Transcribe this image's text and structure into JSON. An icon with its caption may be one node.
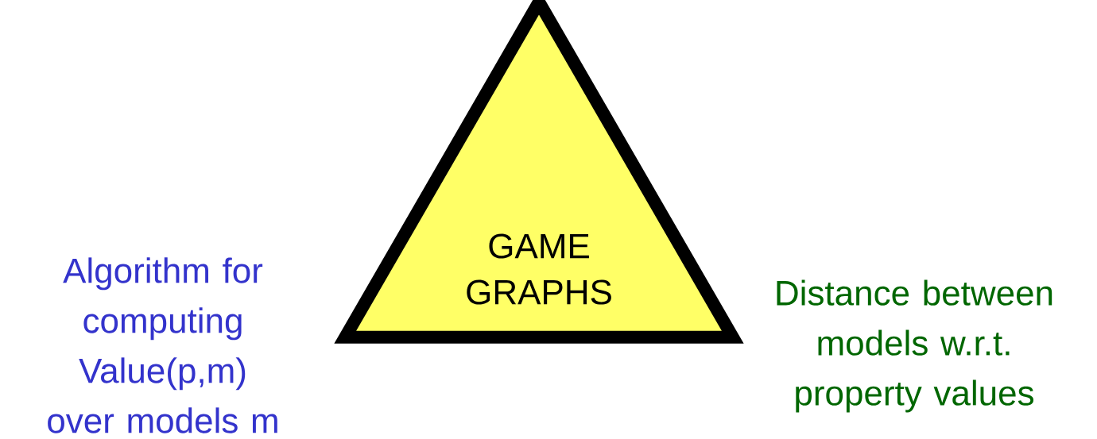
{
  "diagram": {
    "nodes": [
      {
        "text": [
          "GAME GRAPHS"
        ]
      }
    ],
    "edges": [],
    "labels": [
      "Algorithm for computing Value(p,m) over models m",
      "Distance between models w.r.t. property values"
    ]
  }
}
